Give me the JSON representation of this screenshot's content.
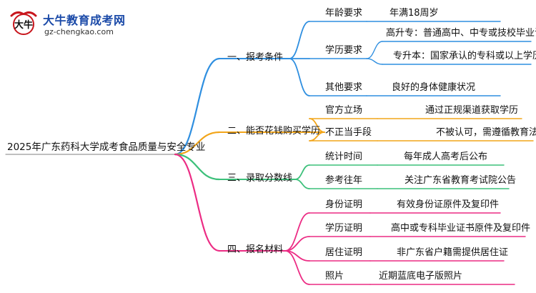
{
  "logo": {
    "glyph": "大牛",
    "title": "大牛教育成考网",
    "url": "gz-chengkao.com"
  },
  "root": "2025年广东药科大学成考食品质量与安全专业",
  "branches": [
    {
      "label": "一、报考条件",
      "color": "#2f8fe0",
      "children": [
        {
          "label": "年龄要求",
          "leaves": [
            "年满18周岁"
          ]
        },
        {
          "label": "学历要求",
          "leaves": [
            "高升专：普通高中、中专或技校毕业证",
            "专升本：国家承认的专科或以上学历"
          ]
        },
        {
          "label": "其他要求",
          "leaves": [
            "良好的身体健康状况"
          ]
        }
      ]
    },
    {
      "label": "二、能否花钱购买学历",
      "color": "#f2a51a",
      "children": [
        {
          "label": "官方立场",
          "leaves": [
            "通过正规渠道获取学历"
          ]
        },
        {
          "label": "不正当手段",
          "leaves": [
            "不被认可，需遵循教育法规"
          ]
        }
      ]
    },
    {
      "label": "三、录取分数线",
      "color": "#3cc07a",
      "children": [
        {
          "label": "统计时间",
          "leaves": [
            "每年成人高考后公布"
          ]
        },
        {
          "label": "参考往年",
          "leaves": [
            "关注广东省教育考试院公告"
          ]
        }
      ]
    },
    {
      "label": "四、报名材料",
      "color": "#ec2c84",
      "children": [
        {
          "label": "身份证明",
          "leaves": [
            "有效身份证原件及复印件"
          ]
        },
        {
          "label": "学历证明",
          "leaves": [
            "高中或专科毕业证书原件及复印件"
          ]
        },
        {
          "label": "居住证明",
          "leaves": [
            "非广东省户籍需提供居住证"
          ]
        },
        {
          "label": "照片",
          "leaves": [
            "近期蓝底电子版照片"
          ]
        }
      ]
    }
  ]
}
